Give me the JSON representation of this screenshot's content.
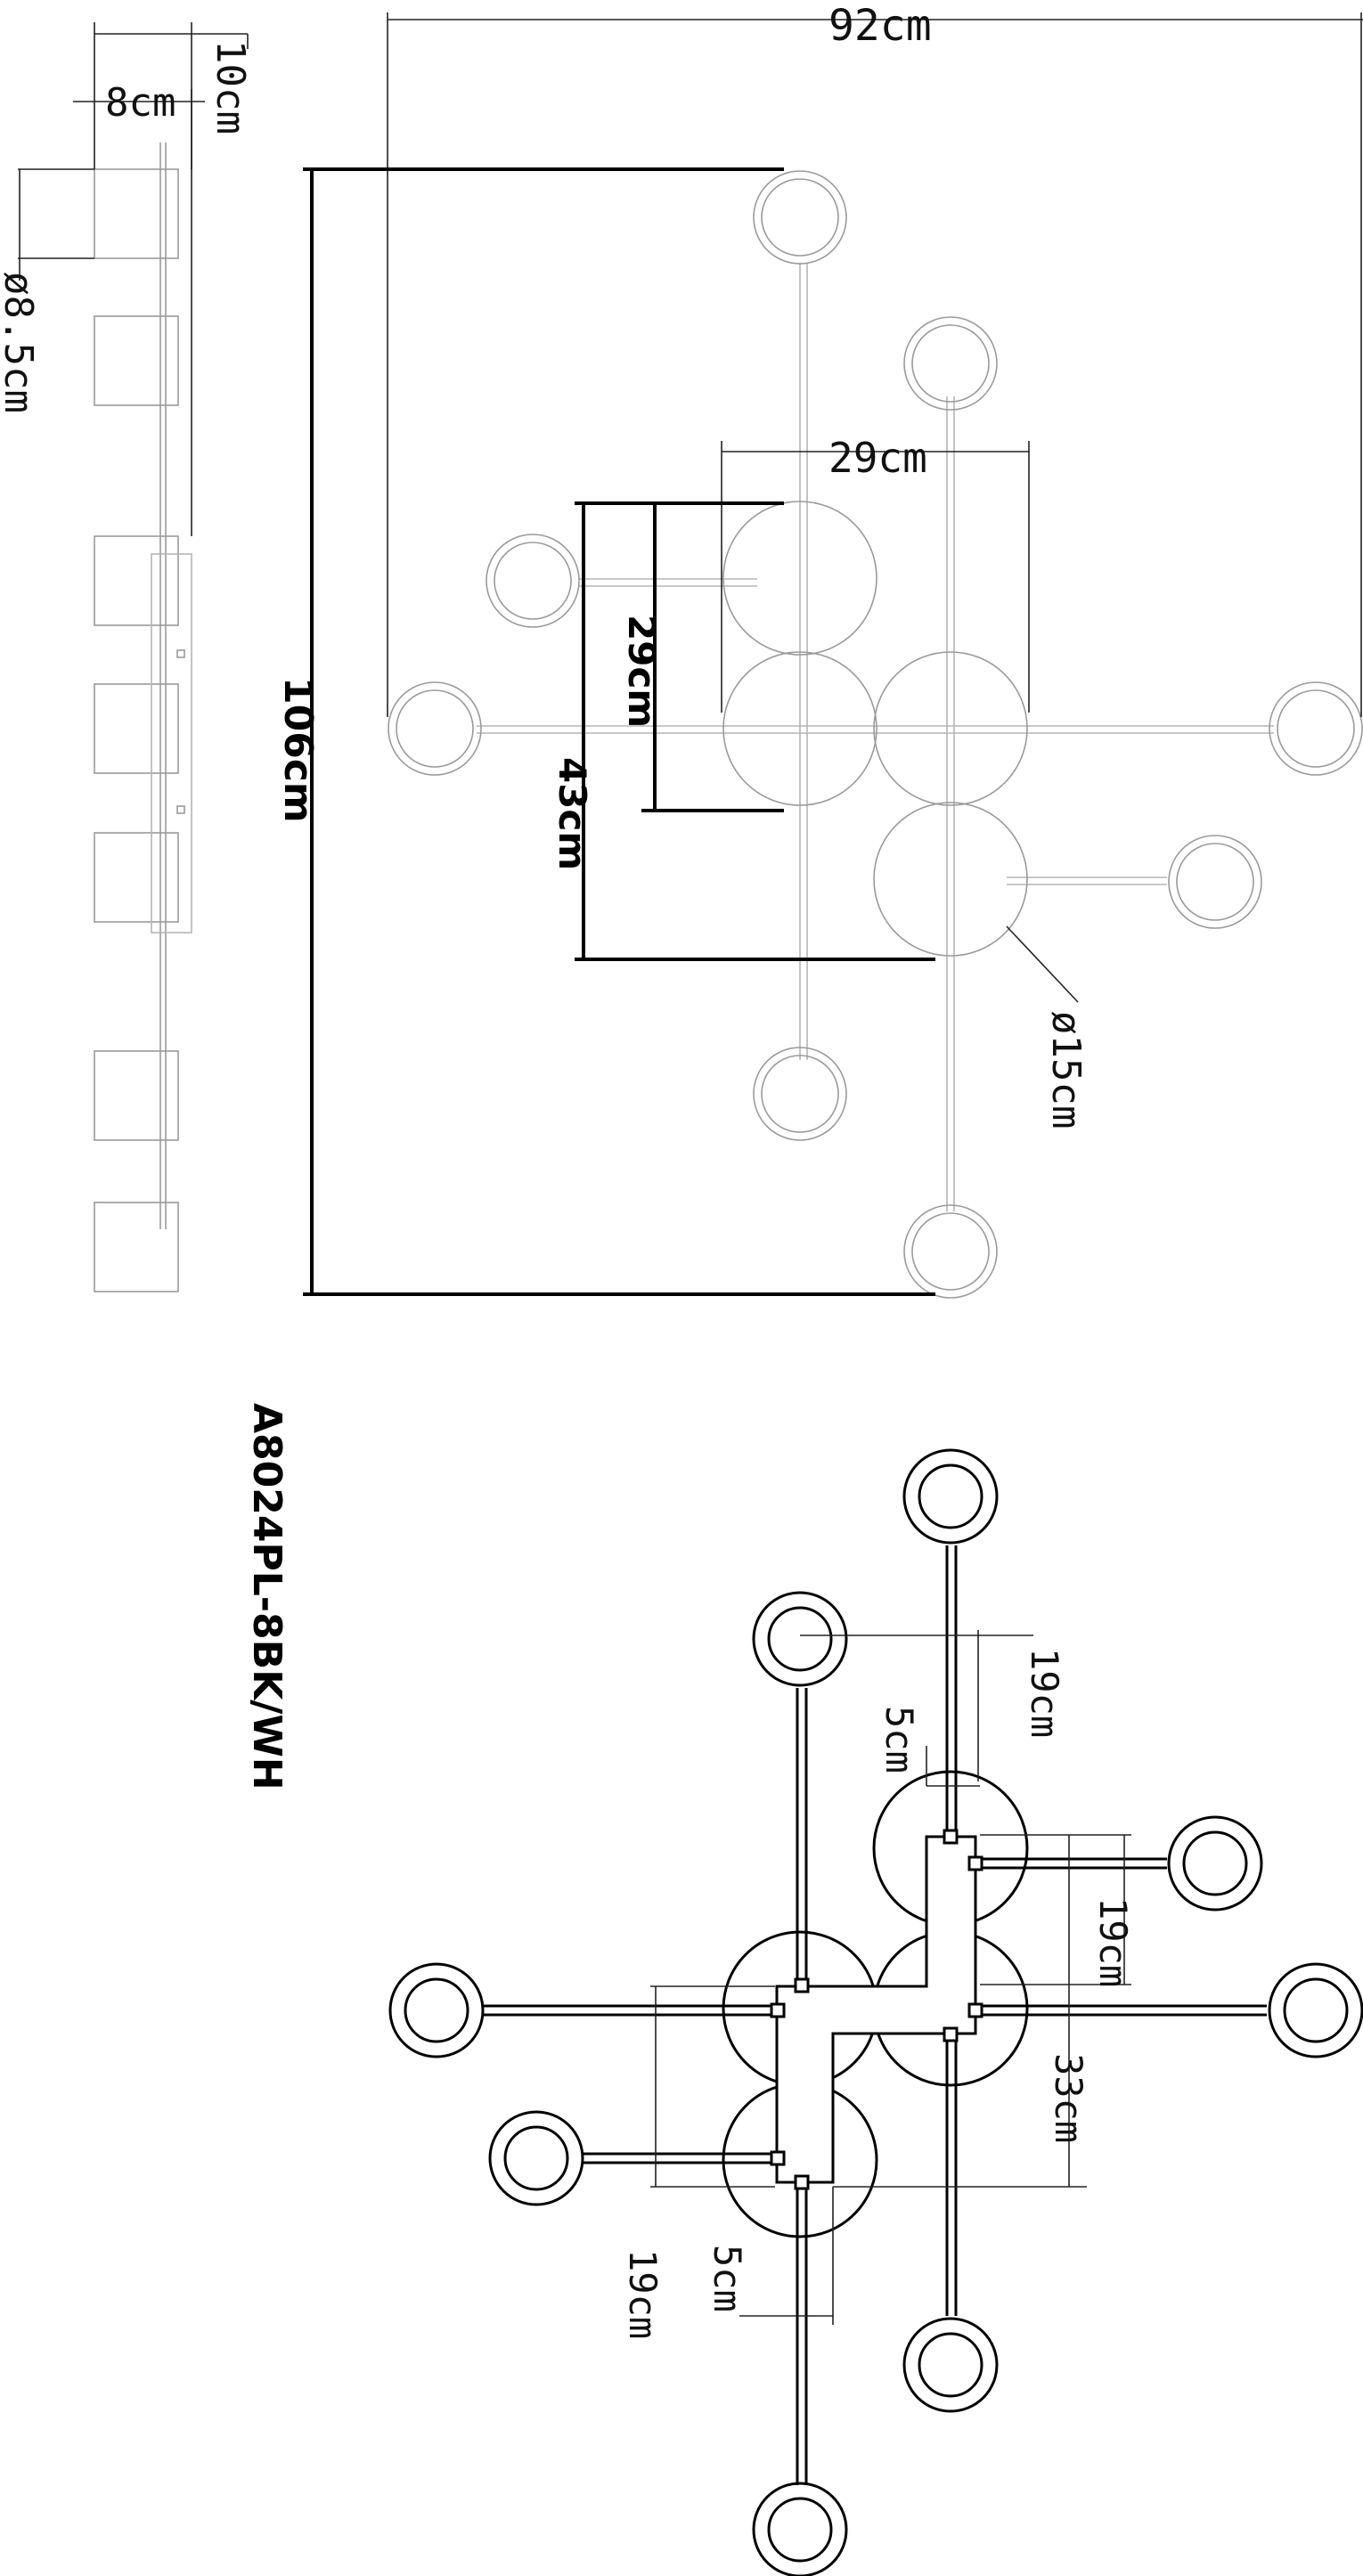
{
  "model": "A8024PL-8BK/WH",
  "labels": {
    "side_height": "10cm",
    "side_width": "8cm",
    "shade_dia": "ø8.5cm",
    "overall_width": "92cm",
    "overall_length": "106cm",
    "canopy_width": "29cm",
    "canopy_29": "29cm",
    "canopy_43": "43cm",
    "disc_dia": "ø15cm",
    "top_19_a": "19cm",
    "top_5_a": "5cm",
    "top_19_b": "19cm",
    "top_33": "33cm",
    "bottom_5": "5cm",
    "bottom_19": "19cm"
  },
  "colors": {
    "line_light": "#9a9a9a",
    "line_dark": "#000000"
  }
}
